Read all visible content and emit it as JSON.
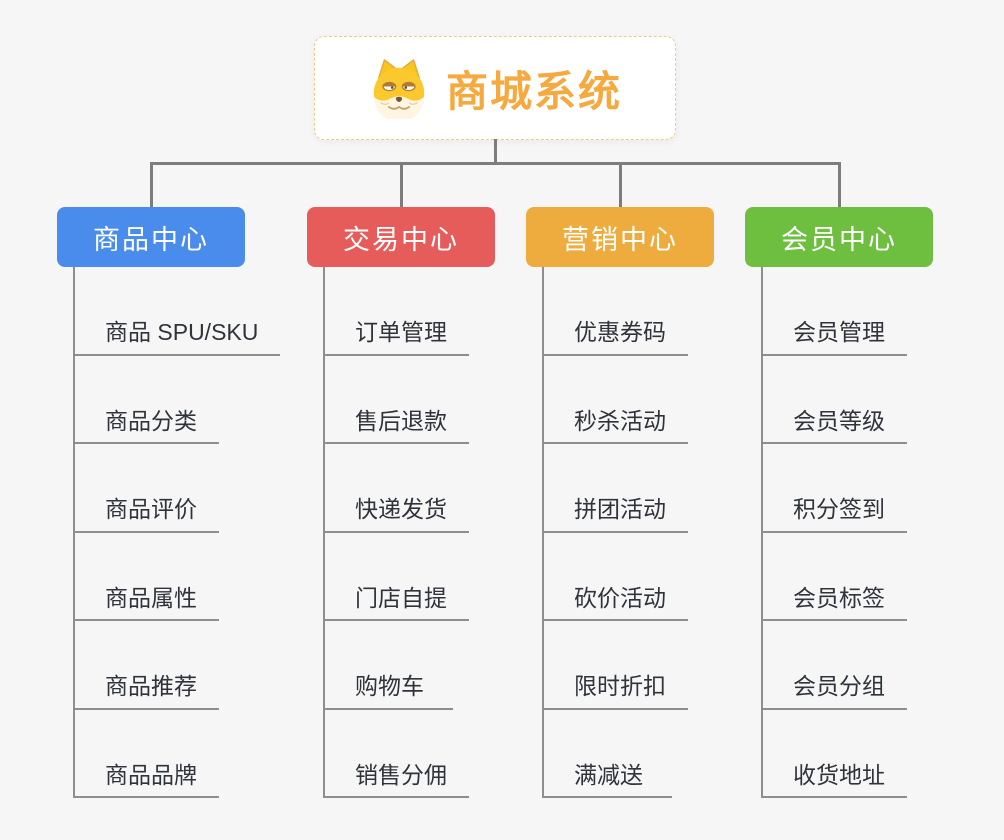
{
  "canvas": {
    "background": "#f6f6f6",
    "connector_color": "#7d7d7d",
    "leaf_line_color": "#8e8e8e"
  },
  "root": {
    "label": "商城系统",
    "text_color": "#f5a93f",
    "border_color": "#f2c98c",
    "icon": "doge-icon"
  },
  "branches": [
    {
      "label": "商品中心",
      "color": "#4a8ceb",
      "items": [
        "商品 SPU/SKU",
        "商品分类",
        "商品评价",
        "商品属性",
        "商品推荐",
        "商品品牌"
      ]
    },
    {
      "label": "交易中心",
      "color": "#e65c5a",
      "items": [
        "订单管理",
        "售后退款",
        "快递发货",
        "门店自提",
        "购物车",
        "销售分佣"
      ]
    },
    {
      "label": "营销中心",
      "color": "#eeac3e",
      "items": [
        "优惠券码",
        "秒杀活动",
        "拼团活动",
        "砍价活动",
        "限时折扣",
        "满减送"
      ]
    },
    {
      "label": "会员中心",
      "color": "#6ebf3f",
      "items": [
        "会员管理",
        "会员等级",
        "积分签到",
        "会员标签",
        "会员分组",
        "收货地址"
      ]
    }
  ]
}
